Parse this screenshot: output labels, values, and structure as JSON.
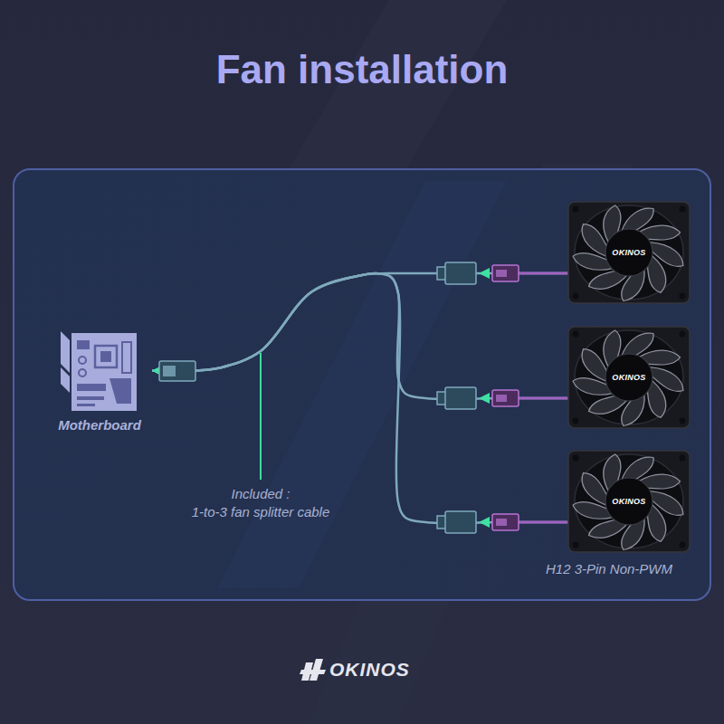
{
  "diagram": {
    "title": "Fan installation",
    "nodes": [
      {
        "text": [
          "Motherboard"
        ]
      },
      {
        "text": [
          "OKINOS"
        ]
      },
      {
        "text": [
          "OKINOS"
        ]
      },
      {
        "text": [
          "OKINOS"
        ]
      }
    ],
    "edges": [
      {
        "from": 1,
        "to": 0,
        "arrow": "to"
      },
      {
        "from": 2,
        "to": 0,
        "arrow": "to"
      },
      {
        "from": 3,
        "to": 0,
        "arrow": "to"
      }
    ],
    "labels": [
      "Included :",
      "1-to-3 fan splitter cable",
      "H12 3-Pin Non-PWM",
      "OKINOS"
    ]
  }
}
